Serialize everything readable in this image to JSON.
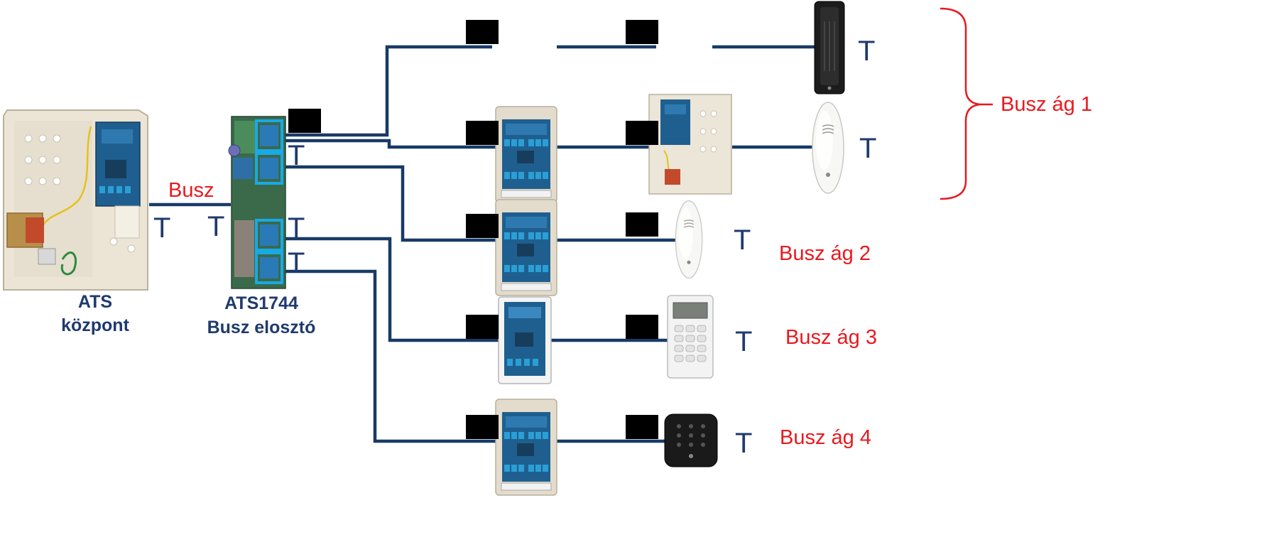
{
  "colors": {
    "wire": "#183a66",
    "label_red": "#e8191e",
    "label_blue": "#1f3a6e",
    "terminal_highlight": "#19a9e6"
  },
  "icons": {
    "no_termination": "t-crossed-icon"
  },
  "labels": {
    "busz": "Busz",
    "terminator": "T",
    "branch1": "Busz ág 1",
    "branch2": "Busz ág 2",
    "branch3": "Busz ág 3",
    "branch4": "Busz ág 4"
  },
  "devices": {
    "control_panel": {
      "line1": "ATS",
      "line2": "központ"
    },
    "distributor": {
      "line1": "ATS1744",
      "line2": "Busz elosztó"
    }
  }
}
